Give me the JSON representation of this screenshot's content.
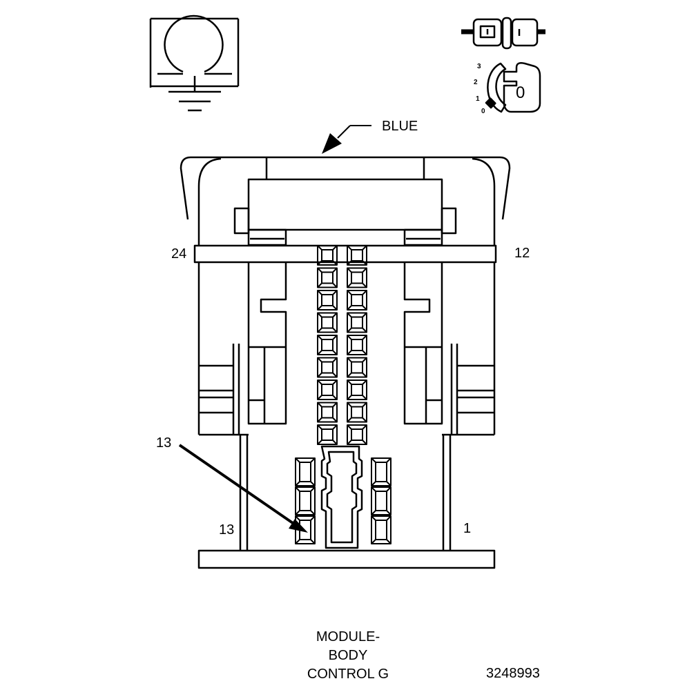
{
  "labels": {
    "color": "BLUE",
    "pin_top_left": "24",
    "pin_top_right": "12",
    "callout": "13",
    "pin_bottom_left": "13",
    "pin_bottom_right": "1",
    "key_position_number": "0",
    "key_positions": [
      "3",
      "2",
      "1",
      "0"
    ]
  },
  "caption": {
    "line1": "MODULE-",
    "line2": "BODY",
    "line3": "CONTROL G"
  },
  "part_number": "3248993",
  "terminals": {
    "upper_rows": 9,
    "upper_columns": 2,
    "lower_rows": 3,
    "lower_columns": 2
  },
  "colors": {
    "line": "#000000",
    "background": "#ffffff"
  }
}
